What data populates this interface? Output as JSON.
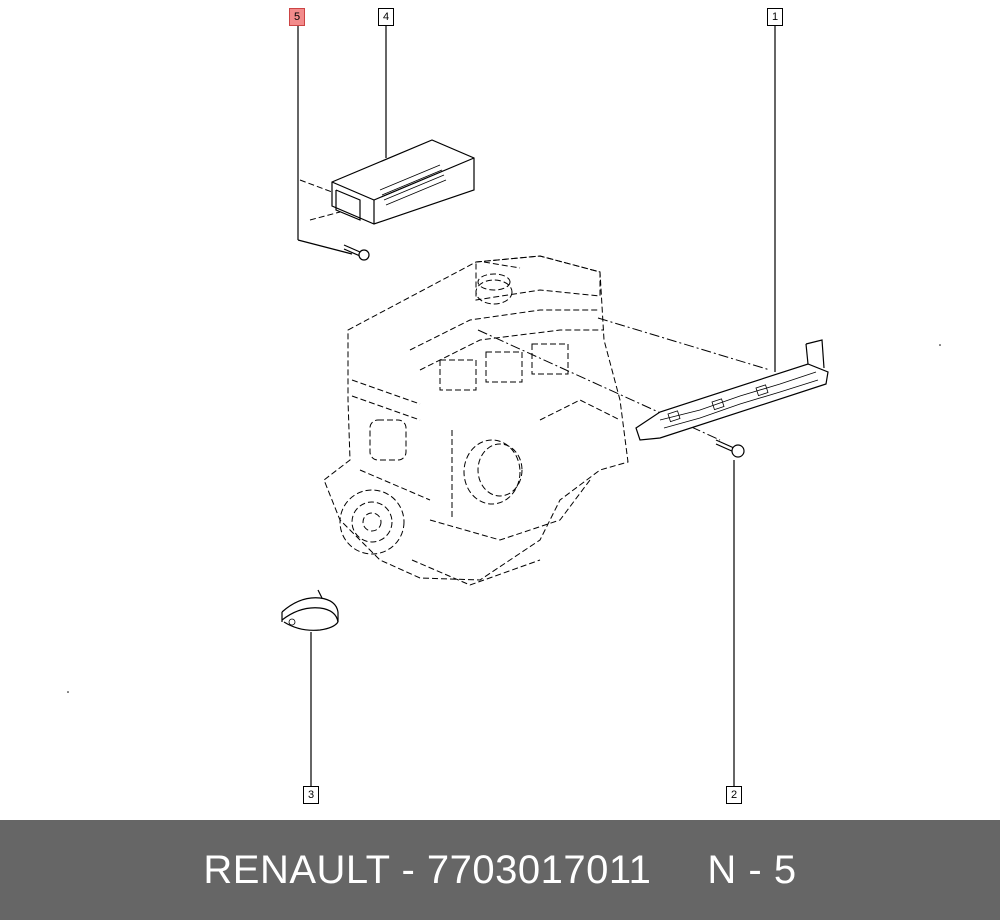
{
  "callouts": [
    {
      "id": "1",
      "label": "1"
    },
    {
      "id": "2",
      "label": "2"
    },
    {
      "id": "3",
      "label": "3"
    },
    {
      "id": "4",
      "label": "4"
    },
    {
      "id": "5",
      "label": "5",
      "highlighted": true
    }
  ],
  "footer": {
    "brand_part": "RENAULT - 7703017011",
    "ref": "N - 5"
  },
  "colors": {
    "footer_bg": "#666666",
    "highlight": "#f28b8b"
  }
}
